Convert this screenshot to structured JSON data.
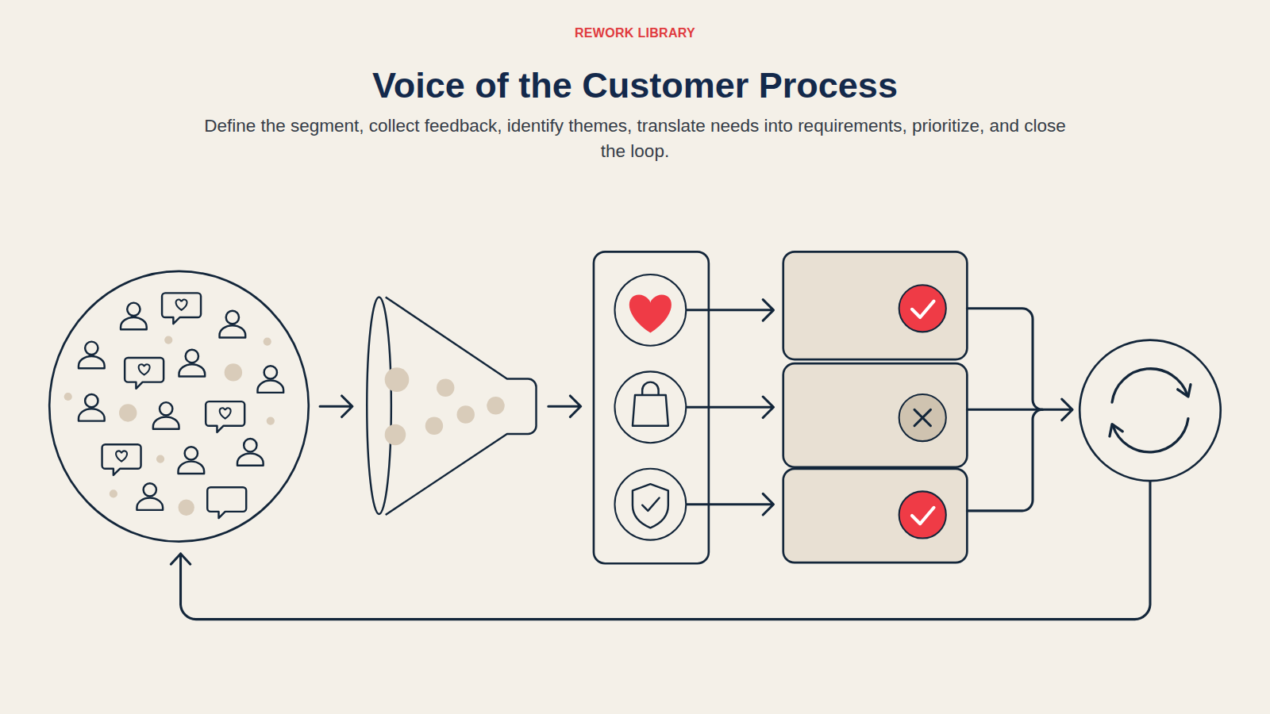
{
  "diagram": {
    "title": "Voice of the Customer Process",
    "caption": "Define the segment, collect feedback, identify themes, translate needs into requirements, prioritize, and close the loop.",
    "labels": [
      "REWORK LIBRARY"
    ]
  }
}
